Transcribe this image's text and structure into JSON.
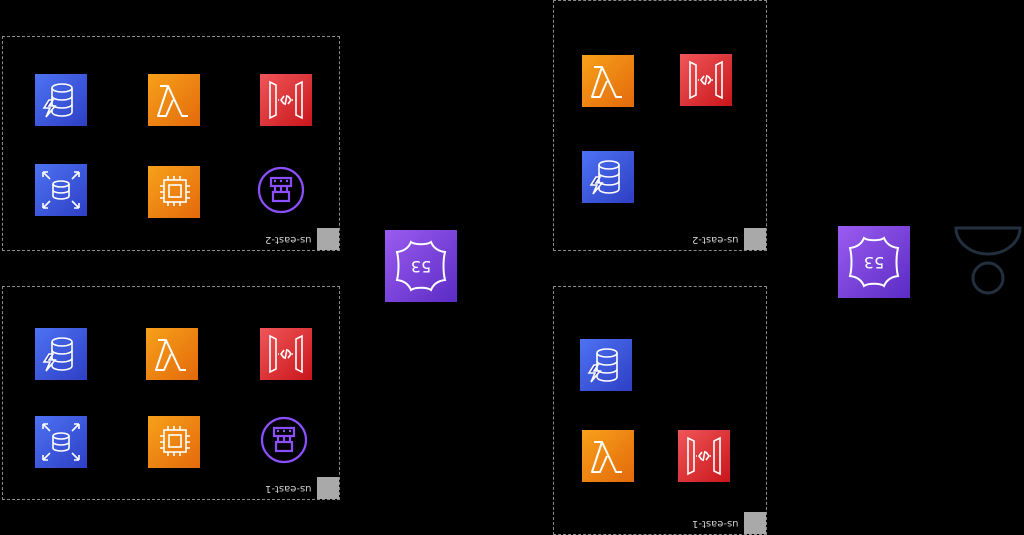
{
  "regions": {
    "left_top": {
      "label": "us-east-2"
    },
    "left_bottom": {
      "label": "us-east-1"
    },
    "right_top": {
      "label": "us-east-2"
    },
    "right_bottom": {
      "label": "us-east-1"
    }
  },
  "route53": {
    "text": "53"
  },
  "icons": {
    "colors": {
      "database": "#3b48cc",
      "lambda": "#ed7100",
      "api_gateway": "#dd344c",
      "route53": "#8c4fff",
      "user": "#232f3e"
    }
  }
}
